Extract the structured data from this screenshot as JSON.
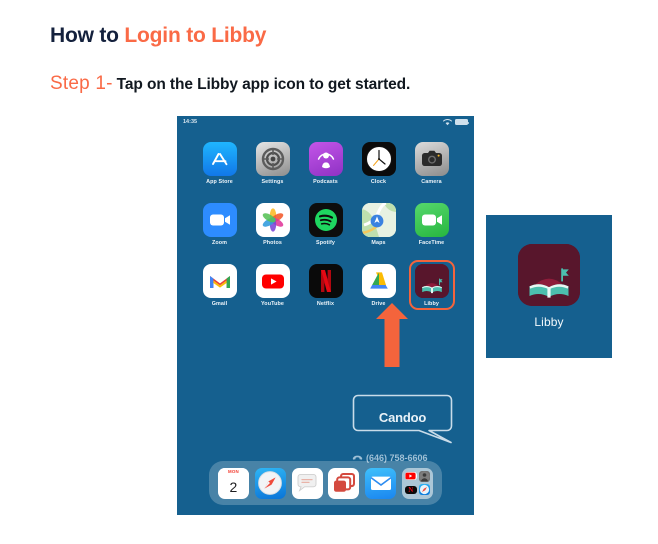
{
  "heading": {
    "prefix": "How to ",
    "accent": "Login to Libby"
  },
  "step": {
    "label": "Step 1-",
    "text": "Tap on the Libby app icon to get started."
  },
  "colors": {
    "accent_orange": "#fa6a46",
    "heading_dark": "#14213d",
    "tablet_blue": "#15608f",
    "libby_maroon": "#58162c",
    "libby_teal": "#4cbfae",
    "highlight_ring": "#f4643c",
    "page_background": "#ffffff"
  },
  "tablet": {
    "statusbar": {
      "time": "14:35",
      "wifi_icon": "wifi-icon",
      "battery_icon": "battery-icon"
    },
    "apps": [
      {
        "label": "App Store",
        "icon": "app-store-icon",
        "icon_class": "ic-appstore",
        "highlighted": false
      },
      {
        "label": "Settings",
        "icon": "settings-gear-icon",
        "icon_class": "ic-settings",
        "highlighted": false
      },
      {
        "label": "Podcasts",
        "icon": "podcasts-icon",
        "icon_class": "ic-podcasts",
        "highlighted": false
      },
      {
        "label": "Clock",
        "icon": "clock-icon",
        "icon_class": "ic-clock",
        "highlighted": false
      },
      {
        "label": "Camera",
        "icon": "camera-icon",
        "icon_class": "ic-camera",
        "highlighted": false
      },
      {
        "label": "Zoom",
        "icon": "zoom-video-icon",
        "icon_class": "ic-zoom",
        "highlighted": false
      },
      {
        "label": "Photos",
        "icon": "photos-pinwheel-icon",
        "icon_class": "ic-photos",
        "highlighted": false
      },
      {
        "label": "Spotify",
        "icon": "spotify-icon",
        "icon_class": "ic-spotify",
        "highlighted": false
      },
      {
        "label": "Maps",
        "icon": "maps-icon",
        "icon_class": "ic-maps",
        "highlighted": false
      },
      {
        "label": "FaceTime",
        "icon": "facetime-icon",
        "icon_class": "ic-facetime",
        "highlighted": false
      },
      {
        "label": "Gmail",
        "icon": "gmail-icon",
        "icon_class": "ic-gmail",
        "highlighted": false
      },
      {
        "label": "YouTube",
        "icon": "youtube-icon",
        "icon_class": "ic-youtube",
        "highlighted": false
      },
      {
        "label": "Netflix",
        "icon": "netflix-icon",
        "icon_class": "ic-netflix",
        "highlighted": false
      },
      {
        "label": "Drive",
        "icon": "google-drive-icon",
        "icon_class": "ic-drive",
        "highlighted": false
      },
      {
        "label": "Libby",
        "icon": "libby-icon",
        "icon_class": "ic-libby",
        "highlighted": true
      }
    ],
    "annotation": {
      "arrow_icon": "up-arrow-annotation",
      "bubble_text": "Candoo",
      "phone_icon": "phone-icon",
      "phone_number": "(646) 758-6606"
    },
    "dock": {
      "items": [
        {
          "name": "calendar",
          "icon": "calendar-icon",
          "weekday": "MON",
          "day": "2"
        },
        {
          "name": "safari",
          "icon": "safari-compass-icon"
        },
        {
          "name": "messages",
          "icon": "messages-bubble-icon"
        },
        {
          "name": "app-switcher",
          "icon": "app-switcher-icon"
        },
        {
          "name": "mail",
          "icon": "mail-envelope-icon"
        },
        {
          "name": "folder",
          "icon": "app-folder-icon"
        }
      ]
    }
  },
  "detail_panel": {
    "app_label": "Libby",
    "icon": "libby-icon"
  }
}
